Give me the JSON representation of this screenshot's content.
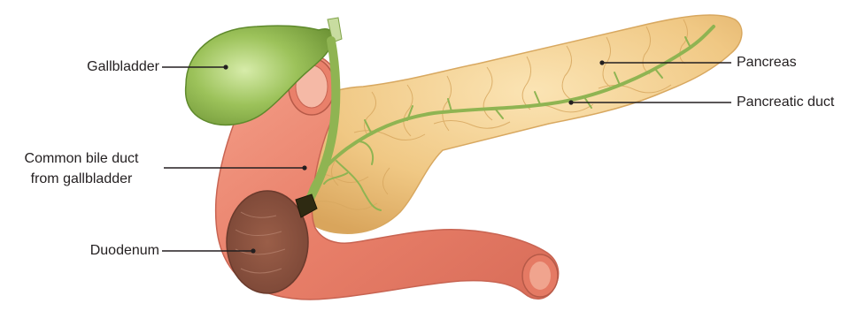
{
  "labels": {
    "gallbladder": "Gallbladder",
    "pancreas": "Pancreas",
    "pancreatic_duct": "Pancreatic duct",
    "common_bile_duct_line1": "Common bile duct",
    "common_bile_duct_line2": "from gallbladder",
    "duodenum": "Duodenum"
  },
  "colors": {
    "pancreas_fill": "#efca86",
    "pancreas_lobule_line": "#d8a860",
    "duodenum_outer": "#e8826c",
    "duodenum_inner": "#a86e58",
    "gallbladder": "#8cb248",
    "duct": "#93b65a",
    "leader_line": "#231f20"
  }
}
